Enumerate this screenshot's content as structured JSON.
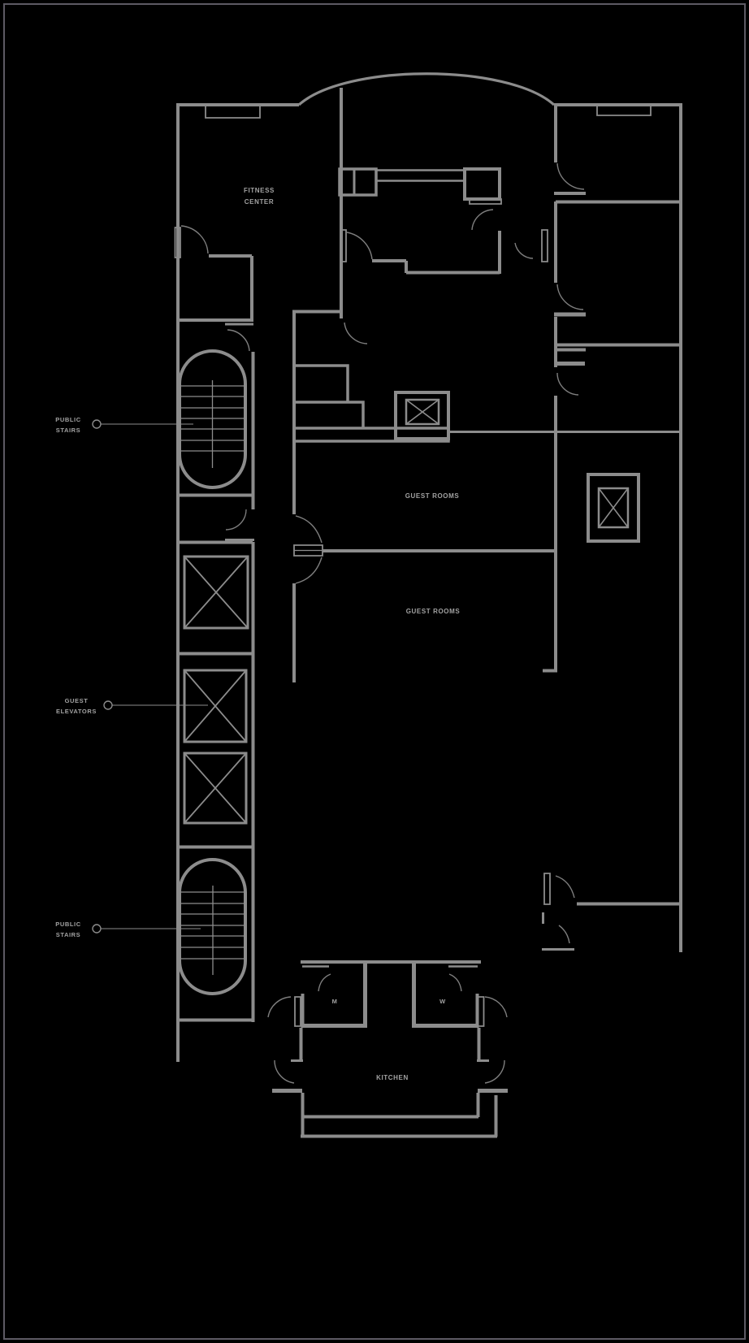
{
  "palette": {
    "background": "#000000",
    "wall_line": "#8c8c8c",
    "door_arc": "#7e7e7e",
    "label_text": "#a2a2a2",
    "frame_border": "#5d5a63"
  },
  "labels": {
    "fitness_line1": "FITNESS",
    "fitness_line2": "CENTER",
    "guest_rooms_upper": "GUEST ROOMS",
    "guest_rooms_lower": "GUEST ROOMS",
    "kitchen": "KITCHEN",
    "restroom_men": "M",
    "restroom_women": "W"
  },
  "callouts": {
    "public_stairs_upper": {
      "line1": "PUBLIC",
      "line2": "STAIRS"
    },
    "guest_elevators": {
      "line1": "GUEST",
      "line2": "ELEVATORS"
    },
    "public_stairs_lower": {
      "line1": "PUBLIC",
      "line2": "STAIRS"
    }
  },
  "fixtures": {
    "guest_elevator_cars": 3,
    "service_elevator_cars": 2,
    "public_stair_flights": 2
  }
}
